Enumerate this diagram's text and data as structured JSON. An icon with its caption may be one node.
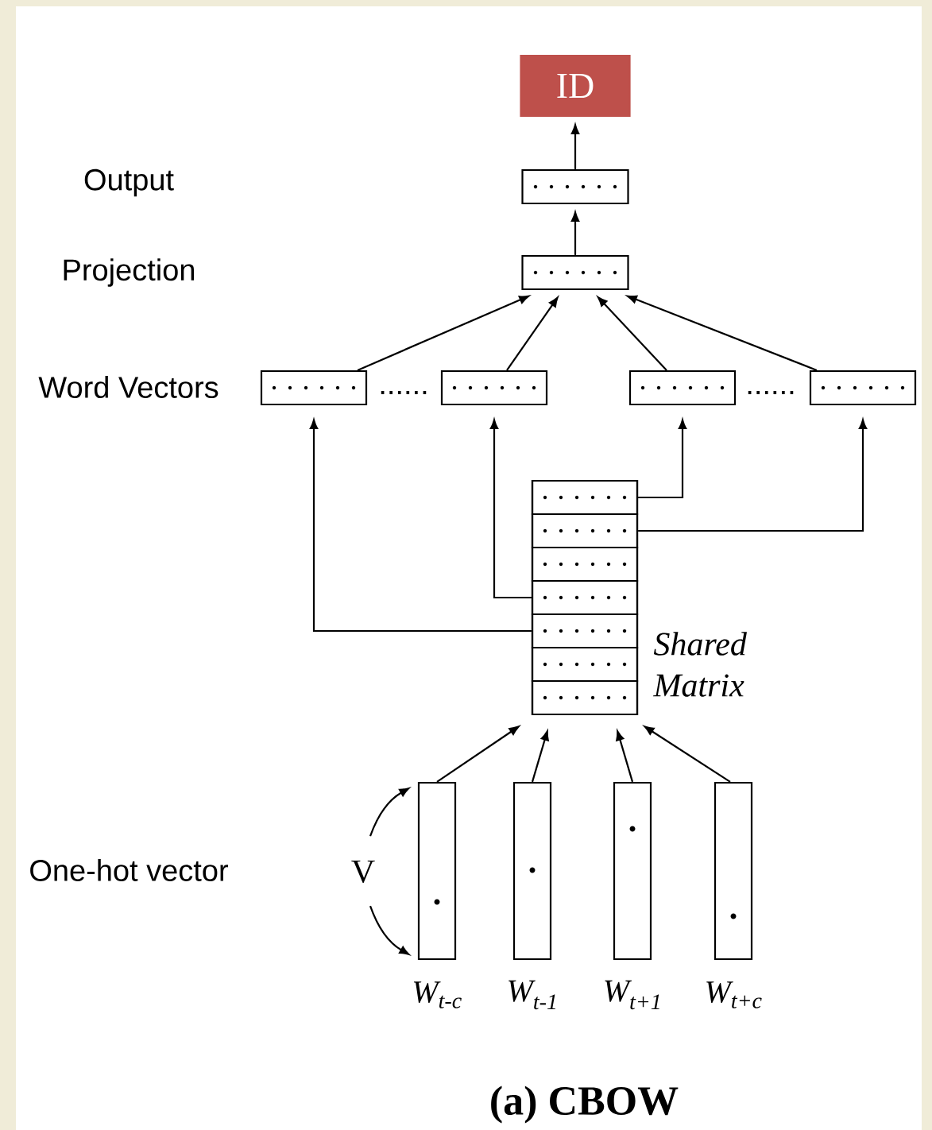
{
  "diagram": {
    "caption": "(a) CBOW",
    "nodes": [
      {
        "text": [
          "ID"
        ]
      },
      {
        "text": [],
        "shape": "box"
      },
      {
        "text": [],
        "shape": "box"
      },
      {
        "text": [],
        "shape": "box"
      },
      {
        "text": [],
        "shape": "box"
      },
      {
        "text": [],
        "shape": "box"
      },
      {
        "text": [],
        "shape": "box"
      },
      {
        "text": [],
        "shape": "box",
        "beside": [
          "Shared Matrix"
        ]
      },
      {
        "text": [],
        "shape": "box",
        "in": 7
      },
      {
        "text": [],
        "shape": "box",
        "in": 7
      },
      {
        "text": [],
        "shape": "box",
        "in": 7
      },
      {
        "text": [],
        "shape": "box",
        "in": 7
      },
      {
        "text": [],
        "shape": "box",
        "in": 7
      },
      {
        "text": [],
        "shape": "box",
        "in": 7
      },
      {
        "text": [],
        "shape": "box",
        "in": 7
      },
      {
        "text": [],
        "shape": "bar",
        "beside": [
          "W$_{t-c}$"
        ]
      },
      {
        "text": [],
        "shape": "bar",
        "beside": [
          "W$_{t-1}$"
        ]
      },
      {
        "text": [],
        "shape": "bar",
        "beside": [
          "W$_{t+1}$"
        ]
      },
      {
        "text": [],
        "shape": "bar",
        "beside": [
          "W$_{t+c}$"
        ]
      }
    ],
    "edges": [
      {
        "from": 1,
        "to": 0,
        "arrow": "to"
      },
      {
        "from": 2,
        "to": 1,
        "arrow": "to"
      },
      {
        "from": 3,
        "to": 2,
        "arrow": "to"
      },
      {
        "from": 4,
        "to": 2,
        "arrow": "to"
      },
      {
        "from": 5,
        "to": 2,
        "arrow": "to"
      },
      {
        "from": 6,
        "to": 2,
        "arrow": "to"
      },
      {
        "from": 12,
        "to": 3,
        "arrow": "to"
      },
      {
        "from": 11,
        "to": 4,
        "arrow": "to"
      },
      {
        "from": 8,
        "to": 5,
        "arrow": "to"
      },
      {
        "from": 9,
        "to": 6,
        "arrow": "to"
      },
      {
        "from": 15,
        "to": 7,
        "arrow": "to"
      },
      {
        "from": 16,
        "to": 7,
        "arrow": "to"
      },
      {
        "from": 17,
        "to": 7,
        "arrow": "to"
      },
      {
        "from": 18,
        "to": 7,
        "arrow": "to"
      }
    ],
    "labels": [
      "Output",
      "Projection",
      "Word Vectors",
      "......",
      "......",
      "One-hot vector",
      "V"
    ]
  }
}
